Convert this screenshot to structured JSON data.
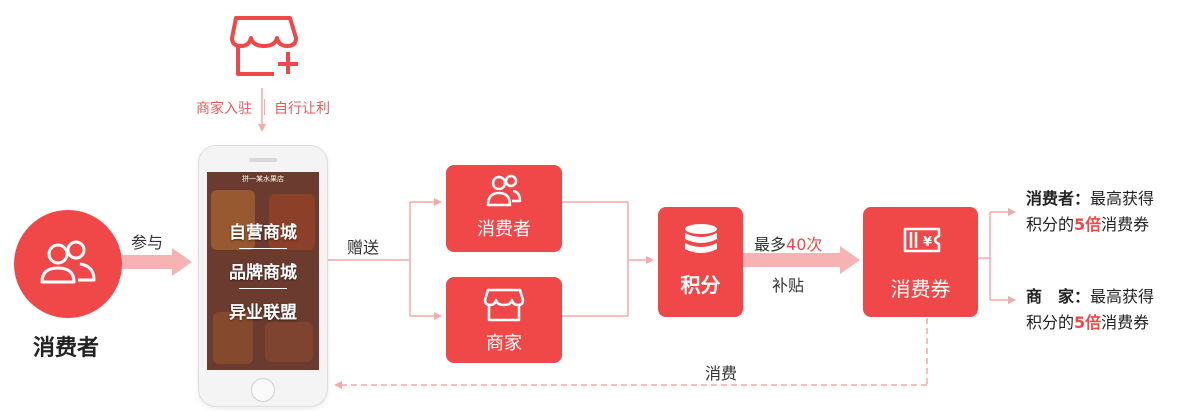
{
  "top": {
    "merchant_entry": "商家入驻",
    "self_concession": "自行让利"
  },
  "consumer": {
    "label": "消费者"
  },
  "participate": "参与",
  "phone": {
    "shop_name": "拼一某水果店",
    "lines": [
      "自营商城",
      "品牌商城",
      "异业联盟"
    ]
  },
  "gift": "赠送",
  "boxes": {
    "consumer": "消费者",
    "merchant": "商家",
    "points": "积分",
    "coupon": "消费券"
  },
  "subsidy": {
    "line1_prefix": "最多",
    "line1_value": "40次",
    "line2": "补贴"
  },
  "consume": "消费",
  "results": [
    {
      "role": "消费者",
      "colon": "：",
      "text1": "最高获得",
      "text2_prefix": "积分的",
      "multiplier": "5倍",
      "text2_suffix": "消费券"
    },
    {
      "role": "商　家",
      "colon": "：",
      "text1": "最高获得",
      "text2_prefix": "积分的",
      "multiplier": "5倍",
      "text2_suffix": "消费券"
    }
  ],
  "colors": {
    "accent": "#f04848",
    "arrow_light": "#f8b4b4"
  }
}
